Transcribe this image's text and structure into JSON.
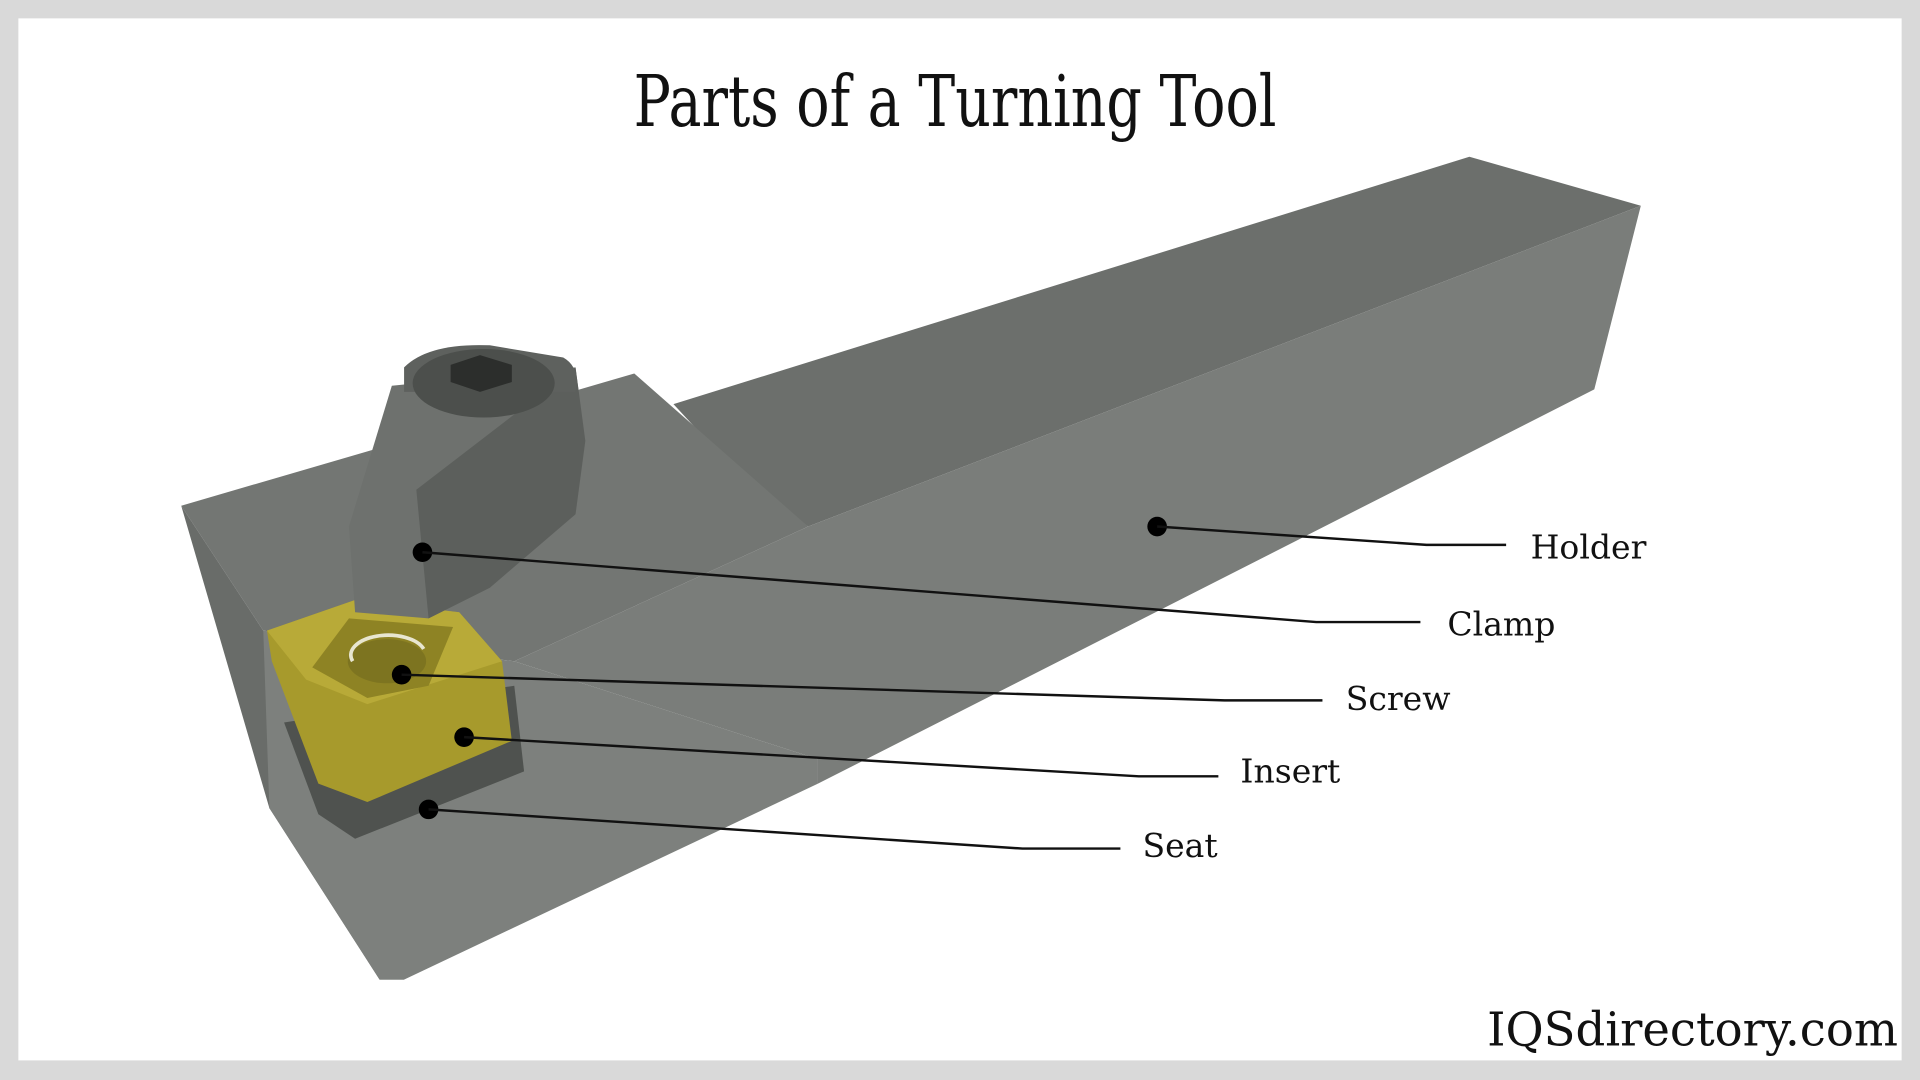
{
  "title": "Parts of a Turning Tool",
  "labels": {
    "holder": "Holder",
    "clamp": "Clamp",
    "screw": "Screw",
    "insert": "Insert",
    "seat": "Seat"
  },
  "watermark": "IQSdirectory.com",
  "colors": {
    "frame": "#d9d9d9",
    "steel": "#767976",
    "insert": "#a79a2c"
  }
}
